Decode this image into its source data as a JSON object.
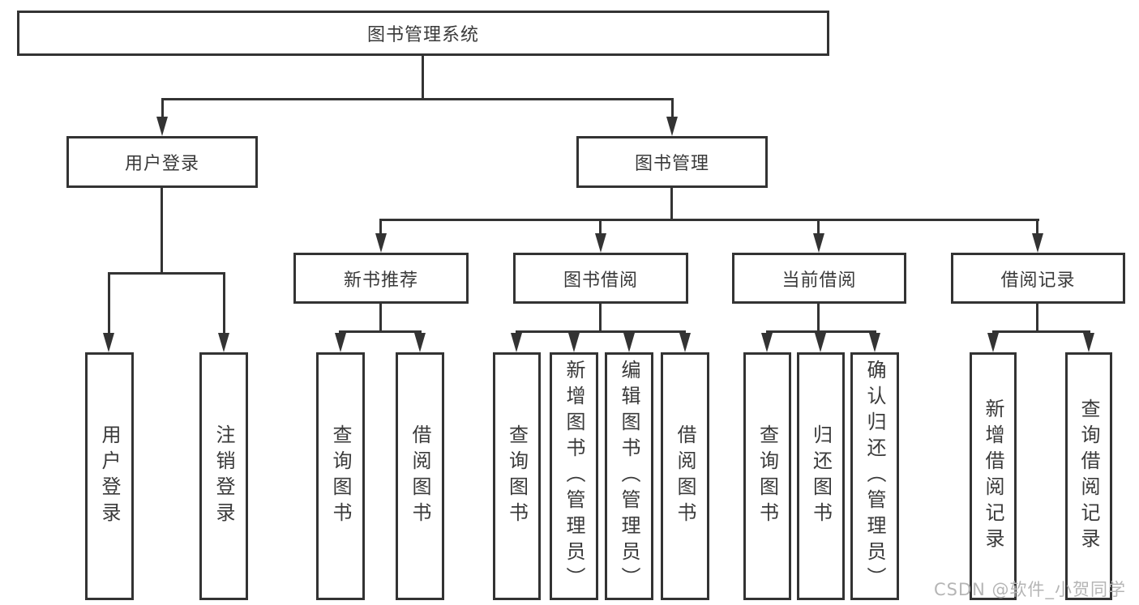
{
  "tree": {
    "root": "图书管理系统",
    "branches": [
      {
        "label": "用户登录",
        "leaves": [
          "用户登录",
          "注销登录"
        ]
      },
      {
        "label": "图书管理",
        "groups": [
          {
            "label": "新书推荐",
            "leaves": [
              "查询图书",
              "借阅图书"
            ]
          },
          {
            "label": "图书借阅",
            "leaves": [
              "查询图书",
              "新增图书（管理员）",
              "编辑图书（管理员）",
              "借阅图书"
            ]
          },
          {
            "label": "当前借阅",
            "leaves": [
              "查询图书",
              "归还图书",
              "确认归还（管理员）"
            ]
          },
          {
            "label": "借阅记录",
            "leaves": [
              "新增借阅记录",
              "查询借阅记录"
            ]
          }
        ]
      }
    ]
  },
  "watermark": "CSDN @软件_小贺同学",
  "colors": {
    "line": "#333333",
    "text": "#3a3a3a",
    "background": "#ffffff",
    "watermark": "#b5b5b5"
  }
}
